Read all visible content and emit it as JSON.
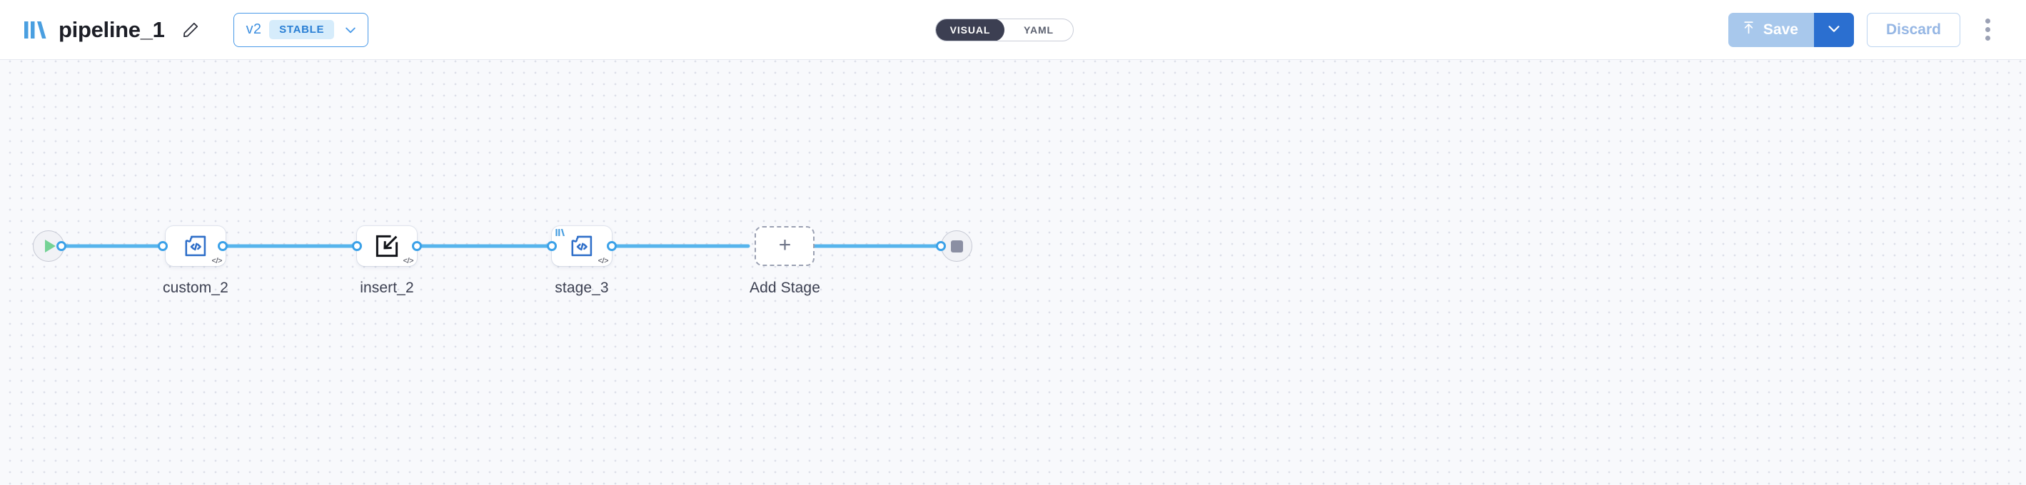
{
  "header": {
    "logo_icon": "stacked-bars-logo-icon",
    "title": "pipeline_1",
    "edit_icon": "pencil-icon",
    "version": {
      "number": "v2",
      "badge": "STABLE",
      "chevron_icon": "chevron-down-icon"
    },
    "view_toggle": {
      "options": [
        {
          "label": "VISUAL",
          "active": true
        },
        {
          "label": "YAML",
          "active": false
        }
      ]
    },
    "actions": {
      "save_label": "Save",
      "save_icon": "upload-arrow-icon",
      "save_caret_icon": "chevron-down-icon",
      "discard_label": "Discard",
      "overflow_icon": "kebab-menu-icon"
    }
  },
  "canvas": {
    "background_color": "#f8f9fc",
    "dot_color": "#dcdfe9",
    "edge_color": "#56b4ec",
    "accent_color": "#3ba1e8",
    "start_node": {
      "name": "start",
      "icon": "play-icon",
      "icon_color": "#74d295"
    },
    "end_node": {
      "name": "end",
      "icon": "stop-icon",
      "icon_color": "#8b8fa3"
    },
    "stages": [
      {
        "id": "custom_2",
        "label": "custom_2",
        "icon": "puzzle-code-icon",
        "code_badge": "</>",
        "logo_badge": false
      },
      {
        "id": "insert_2",
        "label": "insert_2",
        "icon": "insert-arrow-icon",
        "code_badge": "</>",
        "logo_badge": false
      },
      {
        "id": "stage_3",
        "label": "stage_3",
        "icon": "puzzle-code-icon",
        "code_badge": "</>",
        "logo_badge": true
      }
    ],
    "add_stage": {
      "label": "Add Stage",
      "icon": "plus-icon"
    }
  }
}
